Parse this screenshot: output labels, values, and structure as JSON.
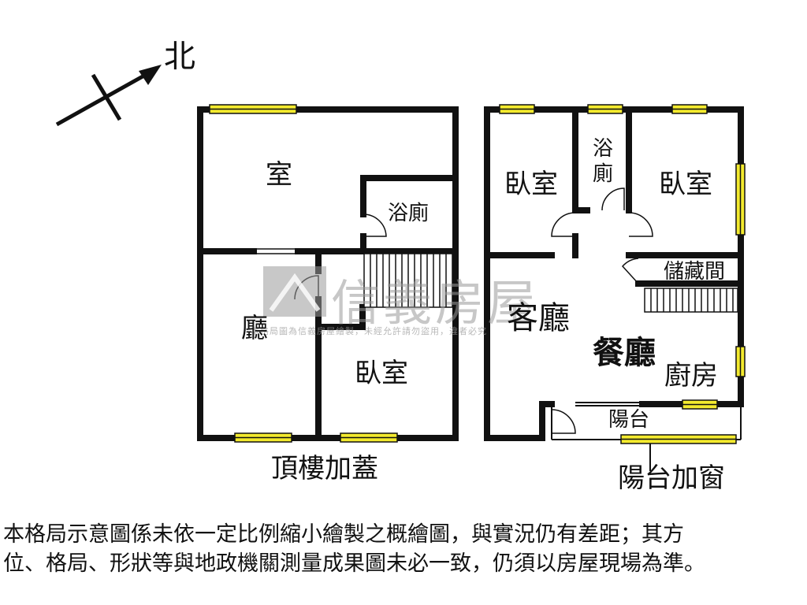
{
  "compass": {
    "label": "北"
  },
  "left_plan": {
    "caption": "頂樓加蓋",
    "rooms": {
      "room_top": "室",
      "bath": "浴廁",
      "living": "廳",
      "bedroom": "臥室"
    }
  },
  "right_plan": {
    "caption": "陽台加窗",
    "rooms": {
      "bedroom_left": "臥室",
      "bath_line1": "浴",
      "bath_line2": "廁",
      "bedroom_right": "臥室",
      "storage": "儲藏間",
      "living": "客廳",
      "dining": "餐廳",
      "kitchen": "廚房",
      "balcony": "陽台"
    }
  },
  "watermark": {
    "brand": "信義房屋",
    "notice": "本格局圖為信義房屋繪製，未經允許請勿盜用，違者必究"
  },
  "disclaimer": {
    "line1": "本格局示意圖係未依一定比例縮小繪製之概繪圖，與實況仍有差距；其方",
    "line2": "位、格局、形狀等與地政機關測量成果圖未必一致，仍須以房屋現場為準。"
  },
  "colors": {
    "wall": "#111111",
    "window": "#f3ea2e",
    "watermark": "#9a9a9a"
  }
}
